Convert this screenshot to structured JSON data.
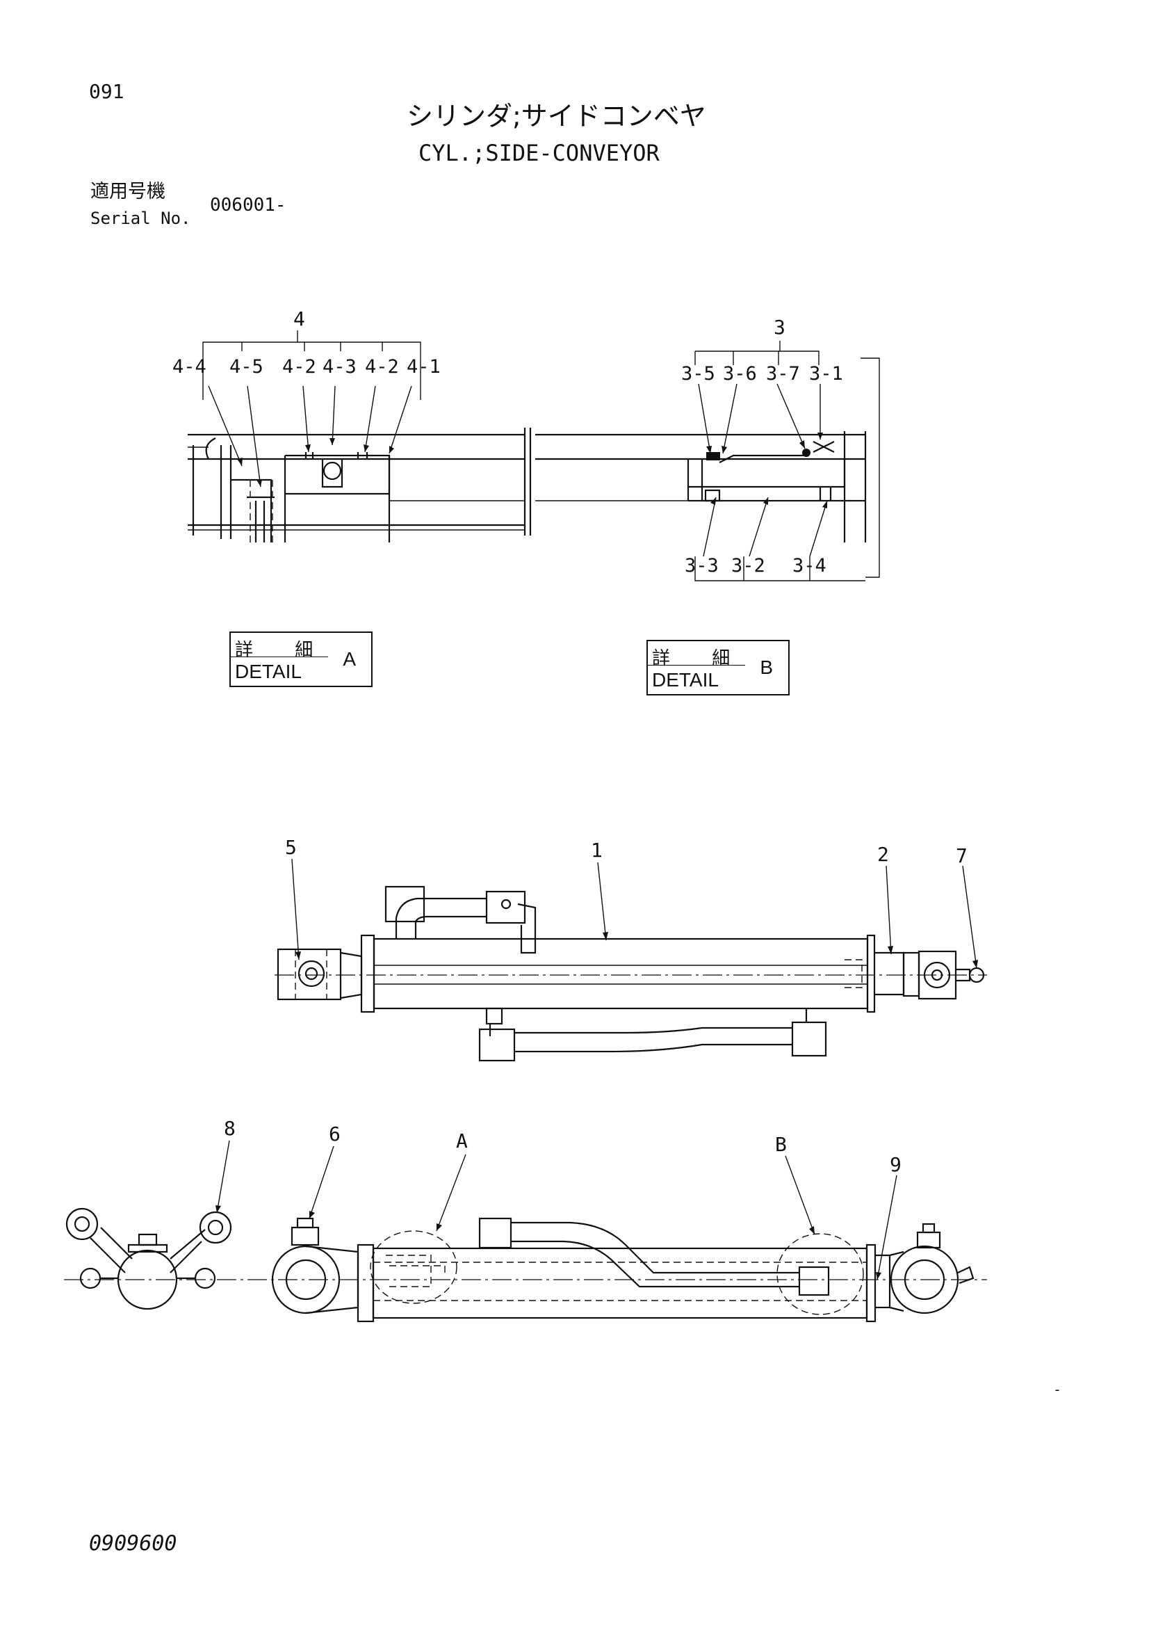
{
  "header": {
    "page_number": "091",
    "title_jp": "シリンダ;サイドコンベヤ",
    "title_en": "CYL.;SIDE-CONVEYOR",
    "serial_label_jp": "適用号機",
    "serial_label_en": "Serial No.",
    "serial_value": "006001-"
  },
  "detail_a": {
    "group_label": "4",
    "callouts": [
      "4-4",
      "4-5",
      "4-2",
      "4-3",
      "4-2",
      "4-1"
    ],
    "box_jp": "詳 細",
    "box_en": "DETAIL",
    "box_letter": "A"
  },
  "detail_b": {
    "group_label": "3",
    "callouts_top": [
      "3-5",
      "3-6",
      "3-7",
      "3-1"
    ],
    "callouts_bottom": [
      "3-3",
      "3-2",
      "3-4"
    ],
    "box_jp": "詳 細",
    "box_en": "DETAIL",
    "box_letter": "B"
  },
  "top_view": {
    "callouts": [
      "5",
      "1",
      "2",
      "7"
    ]
  },
  "side_view": {
    "callouts": [
      "8",
      "6",
      "A",
      "B",
      "9"
    ]
  },
  "footer": {
    "drawing_number": "0909600",
    "mark": "-"
  }
}
